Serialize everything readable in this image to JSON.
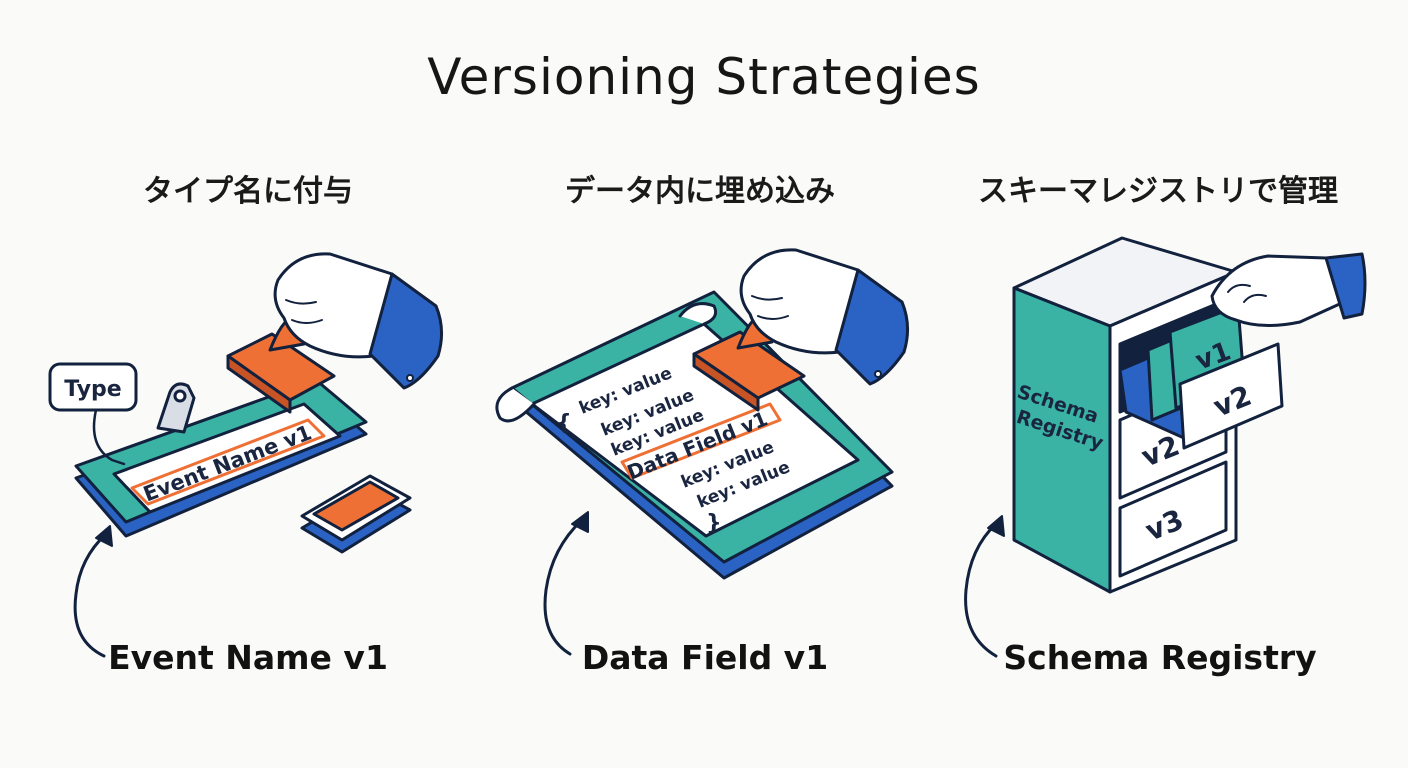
{
  "title": "Versioning Strategies",
  "colors": {
    "navy": "#12213d",
    "teal": "#3bb3a4",
    "orange": "#ef7035",
    "blue": "#2a63c4",
    "paper": "#ffffff"
  },
  "panels": [
    {
      "heading": "タイプ名に付与",
      "caption": "Event Name v1",
      "tag_label": "Type",
      "badge_text": "Event Name v1"
    },
    {
      "heading": "データ内に埋め込み",
      "caption": "Data Field v1",
      "brace_open": "{",
      "brace_close": "}",
      "lines_top": [
        "key: value",
        "key: value",
        "key: value"
      ],
      "field_text": "Data Field v1",
      "lines_bottom": [
        "key: value",
        "key: value"
      ]
    },
    {
      "heading": "スキーマレジストリで管理",
      "caption": "Schema Registry",
      "cabinet_label_1": "Schema",
      "cabinet_label_2": "Registry",
      "drawer_labels": [
        "v1",
        "v2",
        "v2",
        "v3"
      ]
    }
  ]
}
